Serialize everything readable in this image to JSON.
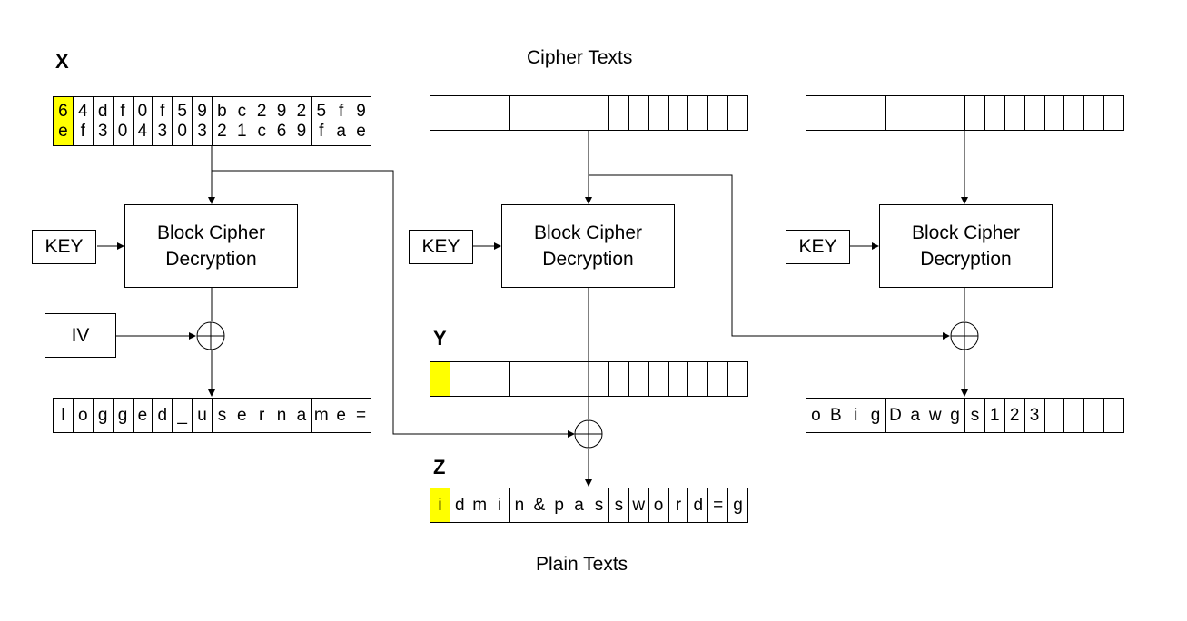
{
  "titles": {
    "cipher_texts": "Cipher Texts",
    "plain_texts": "Plain Texts"
  },
  "labels": {
    "x": "X",
    "y": "Y",
    "z": "Z"
  },
  "block": {
    "line1": "Block Cipher",
    "line2": "Decryption"
  },
  "key_label": "KEY",
  "iv_label": "IV",
  "x_hex": {
    "row1": [
      "6",
      "4",
      "d",
      "f",
      "0",
      "f",
      "5",
      "9",
      "b",
      "c",
      "2",
      "9",
      "2",
      "5",
      "f",
      "9"
    ],
    "row2": [
      "e",
      "f",
      "3",
      "0",
      "4",
      "3",
      "0",
      "3",
      "2",
      "1",
      "c",
      "6",
      "9",
      "f",
      "a",
      "e"
    ]
  },
  "plain1": [
    "l",
    "o",
    "g",
    "g",
    "e",
    "d",
    "_",
    "u",
    "s",
    "e",
    "r",
    "n",
    "a",
    "m",
    "e",
    "="
  ],
  "plain2": [
    "i",
    "d",
    "m",
    "i",
    "n",
    "&",
    "p",
    "a",
    "s",
    "s",
    "w",
    "o",
    "r",
    "d",
    "=",
    "g"
  ],
  "plain3": [
    "o",
    "B",
    "i",
    "g",
    "D",
    "a",
    "w",
    "g",
    "s",
    "1",
    "2",
    "3",
    "",
    "",
    "",
    ""
  ],
  "highlight_color": "#ffff00"
}
